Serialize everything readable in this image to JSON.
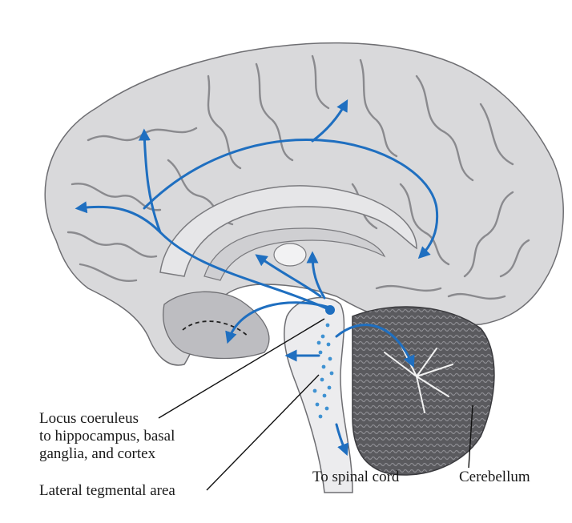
{
  "labels": {
    "locus_line1": "Locus coeruleus",
    "locus_line2": "to hippocampus, basal",
    "locus_line3": "ganglia, and cortex",
    "lateral": "Lateral tegmental area",
    "spinal": "To spinal cord",
    "cerebellum": "Cerebellum"
  },
  "colors": {
    "pathway": "#1f6fc0",
    "brain_fill": "#d9d9db",
    "brain_shadow": "#a9a9ad",
    "sulci": "#8a8a8e",
    "cerebellum": "#5e5e62",
    "brainstem": "#ececee"
  }
}
